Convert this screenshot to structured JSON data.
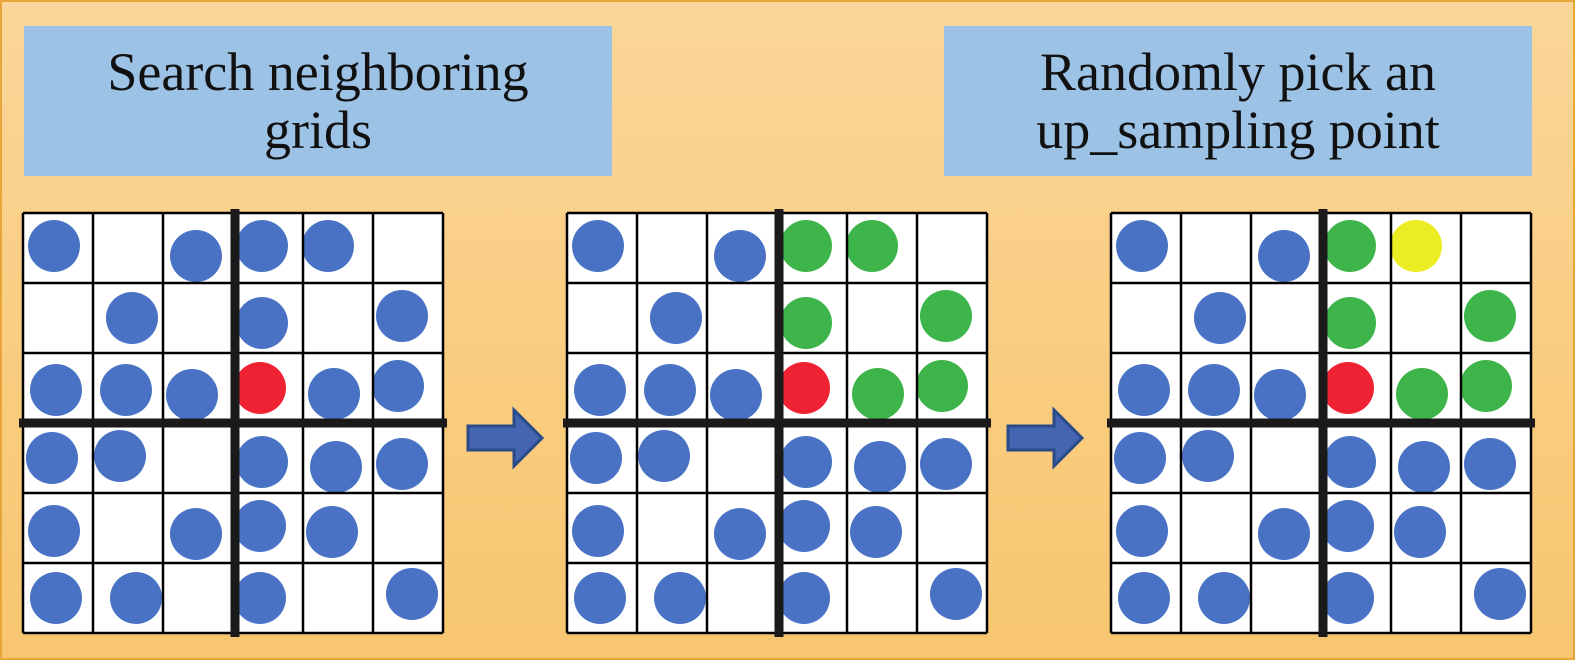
{
  "labels": {
    "left": {
      "line1": "Search neighboring",
      "line2": "grids"
    },
    "right": {
      "line1": "Randomly pick an",
      "line2": "up_sampling point"
    }
  },
  "colors": {
    "background": "#f9cc7e",
    "border": "#e8a63a",
    "label_box": "#9cc2e6",
    "grid_line": "#000000",
    "divider": "#1a1a1a",
    "arrow_fill": "#4466b0",
    "arrow_stroke": "#2b4a8a",
    "dot": {
      "B": "#4a72c4",
      "R": "#ee2233",
      "G": "#3db54a",
      "Y": "#ecec22"
    }
  },
  "grids": [
    {
      "name": "grid-initial",
      "cells": [
        [
          "B",
          "",
          "B",
          "B",
          "B",
          ""
        ],
        [
          "",
          "B",
          "",
          "B",
          "",
          "B"
        ],
        [
          "B",
          "B",
          "B",
          "R",
          "B",
          "B"
        ],
        [
          "B",
          "B",
          "",
          "B",
          "B",
          "B"
        ],
        [
          "B",
          "",
          "B",
          "B",
          "B",
          ""
        ],
        [
          "B",
          "B",
          "",
          "B",
          "",
          "B"
        ]
      ]
    },
    {
      "name": "grid-neighbors",
      "cells": [
        [
          "B",
          "",
          "B",
          "G",
          "G",
          ""
        ],
        [
          "",
          "B",
          "",
          "G",
          "",
          "G"
        ],
        [
          "B",
          "B",
          "B",
          "R",
          "G",
          "G"
        ],
        [
          "B",
          "B",
          "",
          "B",
          "B",
          "B"
        ],
        [
          "B",
          "",
          "B",
          "B",
          "B",
          ""
        ],
        [
          "B",
          "B",
          "",
          "B",
          "",
          "B"
        ]
      ]
    },
    {
      "name": "grid-pick",
      "cells": [
        [
          "B",
          "",
          "B",
          "G",
          "Y",
          ""
        ],
        [
          "",
          "B",
          "",
          "G",
          "",
          "G"
        ],
        [
          "B",
          "B",
          "B",
          "R",
          "G",
          "G"
        ],
        [
          "B",
          "B",
          "",
          "B",
          "B",
          "B"
        ],
        [
          "B",
          "",
          "B",
          "B",
          "B",
          ""
        ],
        [
          "B",
          "B",
          "",
          "B",
          "",
          "B"
        ]
      ]
    }
  ]
}
